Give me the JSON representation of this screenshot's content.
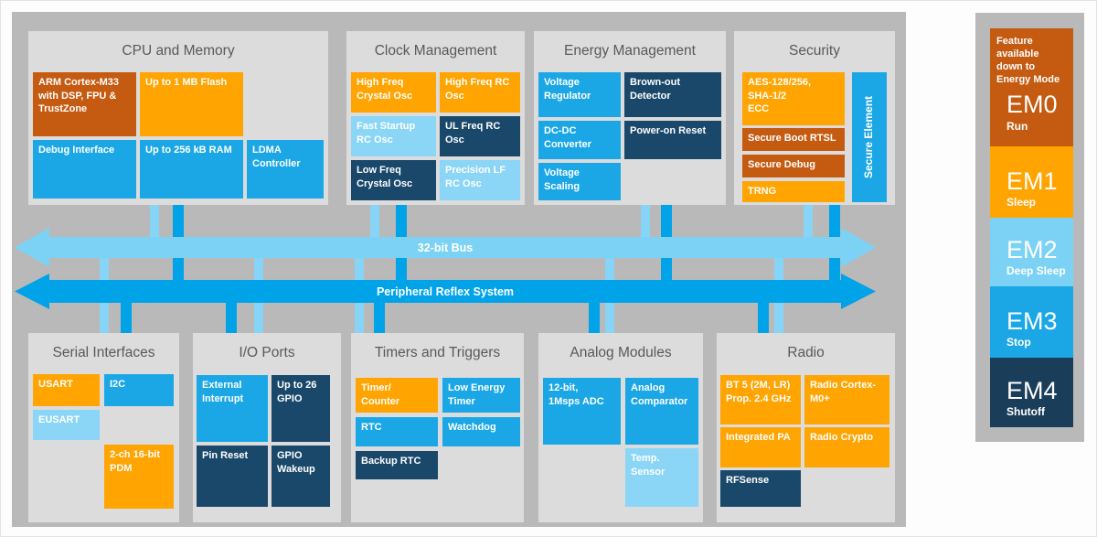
{
  "buses": {
    "bus32": "32-bit Bus",
    "prs": "Peripheral Reflex System"
  },
  "groups": [
    {
      "title": "CPU and Memory",
      "cells": [
        {
          "label": "ARM Cortex-M33 with DSP, FPU & TrustZone"
        },
        {
          "label": "Up to 1 MB Flash"
        },
        {
          "label": "Debug Interface"
        },
        {
          "label": "Up to 256 kB RAM"
        },
        {
          "label": "LDMA Controller"
        }
      ]
    },
    {
      "title": "Clock Management",
      "cells": [
        {
          "label": "High Freq Crystal Osc"
        },
        {
          "label": "High Freq RC Osc"
        },
        {
          "label": "Fast Startup RC Osc"
        },
        {
          "label": "UL Freq RC Osc"
        },
        {
          "label": "Low Freq Crystal Osc"
        },
        {
          "label": "Precision LF RC Osc"
        }
      ]
    },
    {
      "title": "Energy Management",
      "cells": [
        {
          "label": "Voltage Regulator"
        },
        {
          "label": "Brown-out Detector"
        },
        {
          "label": "DC-DC Converter"
        },
        {
          "label": "Power-on Reset"
        },
        {
          "label": "Voltage Scaling"
        }
      ]
    },
    {
      "title": "Security",
      "cells": [
        {
          "label": "AES-128/256,\nSHA-1/2\nECC"
        },
        {
          "label": "Secure Boot RTSL"
        },
        {
          "label": "Secure Debug"
        },
        {
          "label": "TRNG"
        },
        {
          "label": "Secure Element"
        }
      ]
    },
    {
      "title": "Serial Interfaces",
      "cells": [
        {
          "label": "USART"
        },
        {
          "label": "I2C"
        },
        {
          "label": "EUSART"
        },
        {
          "label": "2-ch 16-bit PDM"
        }
      ]
    },
    {
      "title": "I/O Ports",
      "cells": [
        {
          "label": "External Interrupt"
        },
        {
          "label": "Up to 26 GPIO"
        },
        {
          "label": "Pin Reset"
        },
        {
          "label": "GPIO Wakeup"
        }
      ]
    },
    {
      "title": "Timers and Triggers",
      "cells": [
        {
          "label": "Timer/\nCounter"
        },
        {
          "label": "Low Energy Timer"
        },
        {
          "label": "RTC"
        },
        {
          "label": "Watchdog"
        },
        {
          "label": "Backup RTC"
        }
      ]
    },
    {
      "title": "Analog Modules",
      "cells": [
        {
          "label": "12-bit,\n1Msps ADC"
        },
        {
          "label": "Analog Comparator"
        },
        {
          "label": "Temp. Sensor"
        }
      ]
    },
    {
      "title": "Radio",
      "cells": [
        {
          "label": "BT 5 (2M, LR)\nProp. 2.4 GHz"
        },
        {
          "label": "Radio Cortex-M0+"
        },
        {
          "label": "Integrated PA"
        },
        {
          "label": "Radio Crypto"
        },
        {
          "label": "RFSense"
        }
      ]
    }
  ],
  "energy_modes": {
    "note": "Feature\navailable\ndown to\nEnergy Mode",
    "modes": [
      {
        "name": "EM0",
        "sub": "Run"
      },
      {
        "name": "EM1",
        "sub": "Sleep"
      },
      {
        "name": "EM2",
        "sub": "Deep Sleep"
      },
      {
        "name": "EM3",
        "sub": "Stop"
      },
      {
        "name": "EM4",
        "sub": "Shutoff"
      }
    ]
  },
  "colors": {
    "orange": "#FFA400",
    "dark_orange": "#C55A11",
    "blue": "#1BA7E6",
    "light_blue": "#8BD5F6",
    "navy": "#19486A",
    "em4_navy": "#1A3E5A",
    "bus_light": "#7CD2F5",
    "bus_bright": "#00A2E8",
    "panel_gray": "#B9B9B9",
    "group_gray": "#DCDCDC",
    "title_gray": "#595959"
  }
}
